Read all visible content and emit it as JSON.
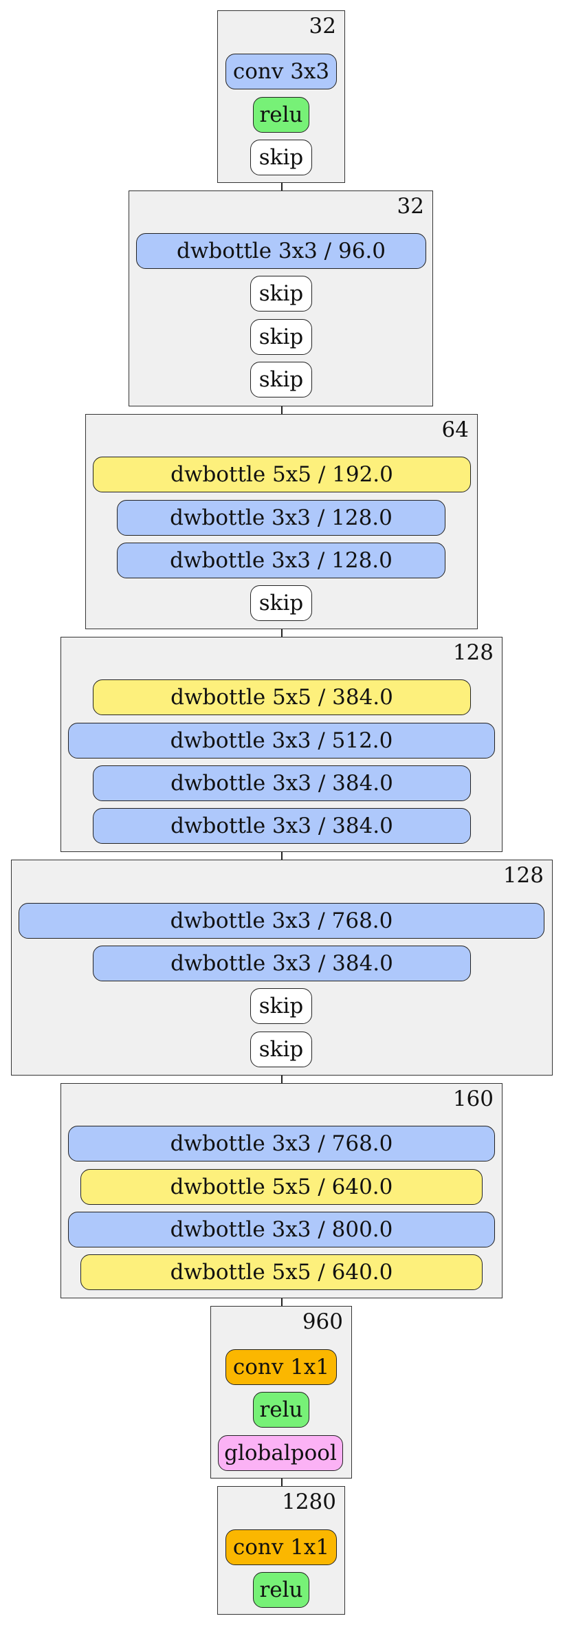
{
  "colors": {
    "conv": "#fbb700",
    "conv_first": "#aec8fb",
    "relu": "#77f177",
    "skip": "#ffffff",
    "dwbottle3": "#aec8fb",
    "dwbottle5": "#fdf07c",
    "globalpool": "#fbb2f5",
    "stage_bg": "#f0f0f0"
  },
  "stages": [
    {
      "channels": "32",
      "ops": [
        {
          "label": "conv 3x3",
          "kind": "conv_first"
        },
        {
          "label": "relu",
          "kind": "relu"
        },
        {
          "label": "skip",
          "kind": "skip"
        }
      ]
    },
    {
      "channels": "32",
      "ops": [
        {
          "label": "dwbottle 3x3 / 96.0",
          "kind": "dwbottle3"
        },
        {
          "label": "skip",
          "kind": "skip"
        },
        {
          "label": "skip",
          "kind": "skip"
        },
        {
          "label": "skip",
          "kind": "skip"
        }
      ]
    },
    {
      "channels": "64",
      "ops": [
        {
          "label": "dwbottle 5x5 / 192.0",
          "kind": "dwbottle5"
        },
        {
          "label": "dwbottle 3x3 / 128.0",
          "kind": "dwbottle3"
        },
        {
          "label": "dwbottle 3x3 / 128.0",
          "kind": "dwbottle3"
        },
        {
          "label": "skip",
          "kind": "skip"
        }
      ]
    },
    {
      "channels": "128",
      "ops": [
        {
          "label": "dwbottle 5x5 / 384.0",
          "kind": "dwbottle5"
        },
        {
          "label": "dwbottle 3x3 / 512.0",
          "kind": "dwbottle3"
        },
        {
          "label": "dwbottle 3x3 / 384.0",
          "kind": "dwbottle3"
        },
        {
          "label": "dwbottle 3x3 / 384.0",
          "kind": "dwbottle3"
        }
      ]
    },
    {
      "channels": "128",
      "ops": [
        {
          "label": "dwbottle 3x3 / 768.0",
          "kind": "dwbottle3"
        },
        {
          "label": "dwbottle 3x3 / 384.0",
          "kind": "dwbottle3"
        },
        {
          "label": "skip",
          "kind": "skip"
        },
        {
          "label": "skip",
          "kind": "skip"
        }
      ]
    },
    {
      "channels": "160",
      "ops": [
        {
          "label": "dwbottle 3x3 / 768.0",
          "kind": "dwbottle3"
        },
        {
          "label": "dwbottle 5x5 / 640.0",
          "kind": "dwbottle5"
        },
        {
          "label": "dwbottle 3x3 / 800.0",
          "kind": "dwbottle3"
        },
        {
          "label": "dwbottle 5x5 / 640.0",
          "kind": "dwbottle5"
        }
      ]
    },
    {
      "channels": "960",
      "ops": [
        {
          "label": "conv 1x1",
          "kind": "conv"
        },
        {
          "label": "relu",
          "kind": "relu"
        },
        {
          "label": "globalpool",
          "kind": "globalpool"
        }
      ]
    },
    {
      "channels": "1280",
      "ops": [
        {
          "label": "conv 1x1",
          "kind": "conv"
        },
        {
          "label": "relu",
          "kind": "relu"
        }
      ]
    }
  ]
}
